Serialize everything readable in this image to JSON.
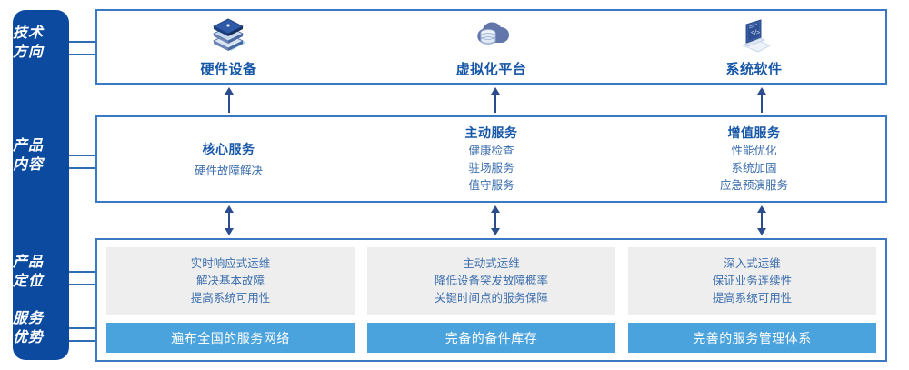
{
  "rail": {
    "labels": [
      {
        "name": "tech-direction",
        "line1": "技术",
        "line2": "方向"
      },
      {
        "name": "product-content",
        "line1": "产品",
        "line2": "内容"
      },
      {
        "name": "product-position",
        "line1": "产品",
        "line2": "定位"
      },
      {
        "name": "service-advantage",
        "line1": "服务",
        "line2": "优势"
      }
    ],
    "color": "#0b4a9e"
  },
  "tech": {
    "items": [
      {
        "icon": "server-stack-icon",
        "title": "硬件设备"
      },
      {
        "icon": "cloud-database-icon",
        "title": "虚拟化平台"
      },
      {
        "icon": "laptop-code-icon",
        "title": "系统软件"
      }
    ]
  },
  "content": {
    "columns": [
      {
        "head": "核心服务",
        "items": [
          "硬件故障解决"
        ]
      },
      {
        "head": "主动服务",
        "items": [
          "健康检查",
          "驻场服务",
          "值守服务"
        ]
      },
      {
        "head": "增值服务",
        "items": [
          "性能优化",
          "系统加固",
          "应急预演服务"
        ]
      }
    ]
  },
  "positioning": {
    "boxes": [
      {
        "lines": [
          "实时响应式运维",
          "解决基本故障",
          "提高系统可用性"
        ]
      },
      {
        "lines": [
          "主动式运维",
          "降低设备突发故障概率",
          "关键时间点的服务保障"
        ]
      },
      {
        "lines": [
          "深入式运维",
          "保证业务连续性",
          "提高系统可用性"
        ]
      }
    ]
  },
  "advantages": {
    "boxes": [
      "遍布全国的服务网络",
      "完备的备件库存",
      "完善的服务管理体系"
    ],
    "color": "#4ba3dd"
  },
  "arrows": [
    {
      "name": "arrow-tech-to-content",
      "type": "up"
    },
    {
      "name": "arrow-content-to-bottom",
      "type": "double"
    }
  ],
  "colors": {
    "rail": "#0b4a9e",
    "panel_border": "#3b78c3",
    "heading": "#1757a8",
    "body_text": "#3d6fae",
    "gray_box": "#eeeeee",
    "blue_bar": "#4ba3dd"
  }
}
